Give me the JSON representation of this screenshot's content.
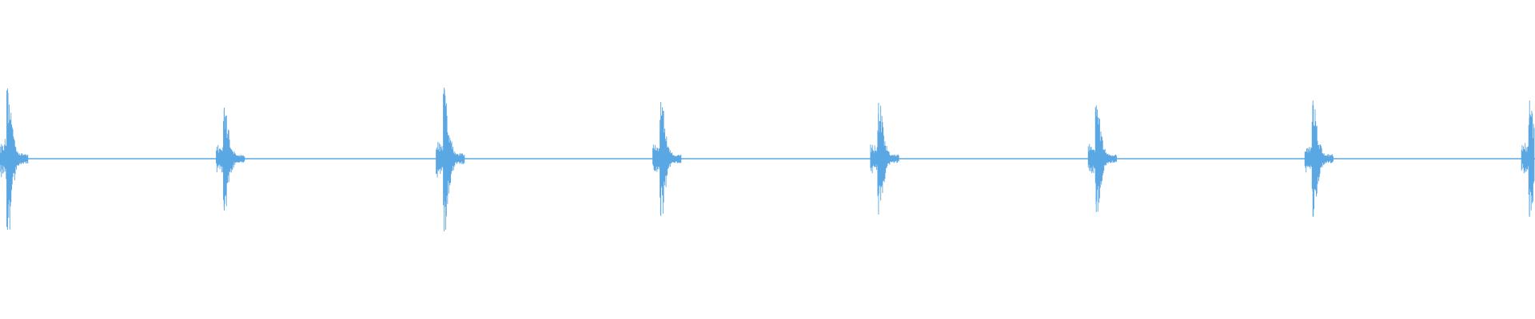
{
  "waveform": {
    "color": "#5aa7e3",
    "background": "#ffffff",
    "duration_s": 14.1,
    "amplitude_range": [
      -1,
      1
    ],
    "bursts": [
      {
        "time_s": 0.07,
        "peak_pos": 0.88,
        "peak_neg": 0.89
      },
      {
        "time_s": 2.06,
        "peak_pos": 0.64,
        "peak_neg": 0.65
      },
      {
        "time_s": 4.08,
        "peak_pos": 0.89,
        "peak_neg": 0.91
      },
      {
        "time_s": 6.07,
        "peak_pos": 0.71,
        "peak_neg": 0.72
      },
      {
        "time_s": 8.07,
        "peak_pos": 0.7,
        "peak_neg": 0.7
      },
      {
        "time_s": 10.07,
        "peak_pos": 0.67,
        "peak_neg": 0.67
      },
      {
        "time_s": 12.06,
        "peak_pos": 0.73,
        "peak_neg": 0.73
      },
      {
        "time_s": 14.05,
        "peak_pos": 0.73,
        "peak_neg": 0.73
      }
    ]
  }
}
